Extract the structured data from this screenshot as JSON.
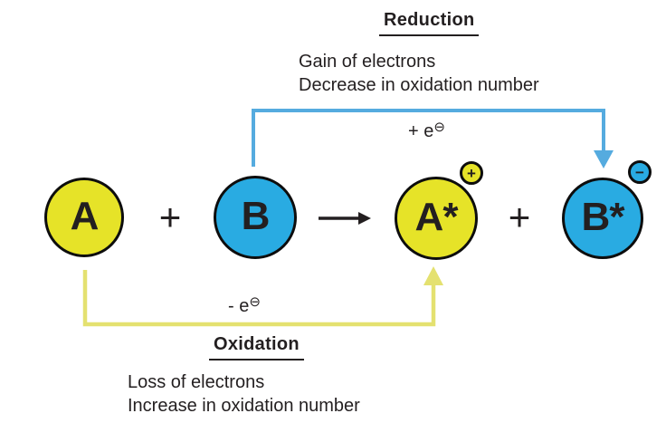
{
  "reduction": {
    "title": "Reduction",
    "description_lines": [
      "Gain of electrons",
      "Decrease in oxidation number"
    ],
    "electron_label": {
      "text": "+ e",
      "superscript": "⊖"
    }
  },
  "oxidation": {
    "title": "Oxidation",
    "description_lines": [
      "Loss of electrons",
      "Increase in oxidation number"
    ],
    "electron_label": {
      "text": "- e",
      "superscript": "⊖"
    }
  },
  "equation": {
    "reactant_a": {
      "label": "A"
    },
    "operator_1": "+",
    "reactant_b": {
      "label": "B"
    },
    "product_a": {
      "label": "A*",
      "charge": "+"
    },
    "operator_2": "+",
    "product_b": {
      "label": "B*",
      "charge": "−"
    }
  },
  "colors": {
    "yellow": "#e6e328",
    "blue": "#29abe2",
    "arrow_blue": "#55abdf",
    "arrow_yellow": "#e4e170",
    "ink": "#231f20",
    "background": "#ffffff"
  }
}
